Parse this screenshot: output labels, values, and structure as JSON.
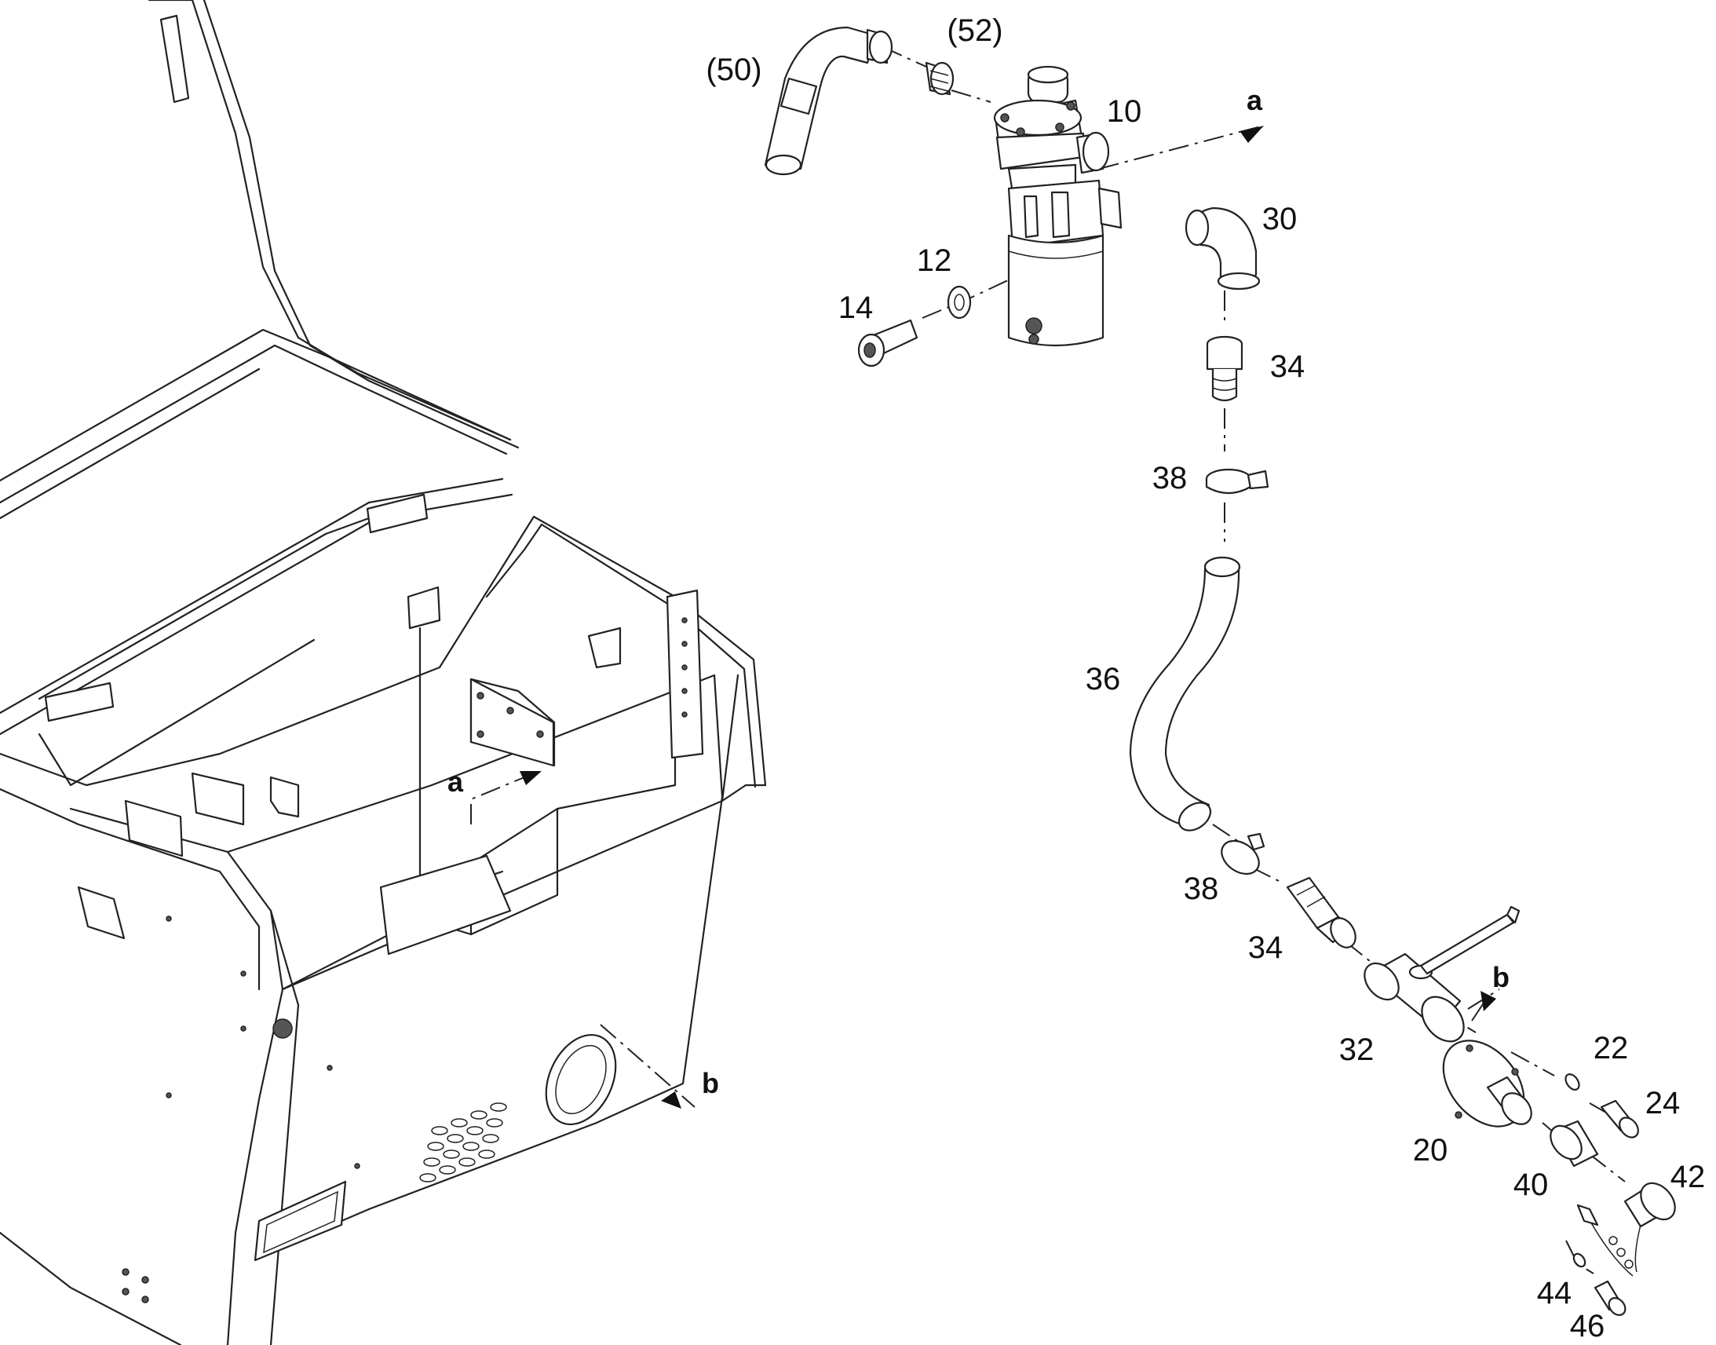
{
  "callouts": {
    "c50": "(50)",
    "c52": "(52)",
    "c10": "10",
    "c12": "12",
    "c14": "14",
    "c30": "30",
    "c34_top": "34",
    "c38_top": "38",
    "c36": "36",
    "c38_bottom": "38",
    "c34_bottom": "34",
    "c32": "32",
    "c20": "20",
    "c22": "22",
    "c24": "24",
    "c40": "40",
    "c42": "42",
    "c44": "44",
    "c46": "46"
  },
  "view_markers": {
    "a_on_frame": "a",
    "a_on_filter": "a",
    "b_on_frame": "b",
    "b_on_valve": "b"
  },
  "colors": {
    "line": "#222222",
    "background": "#ffffff"
  }
}
